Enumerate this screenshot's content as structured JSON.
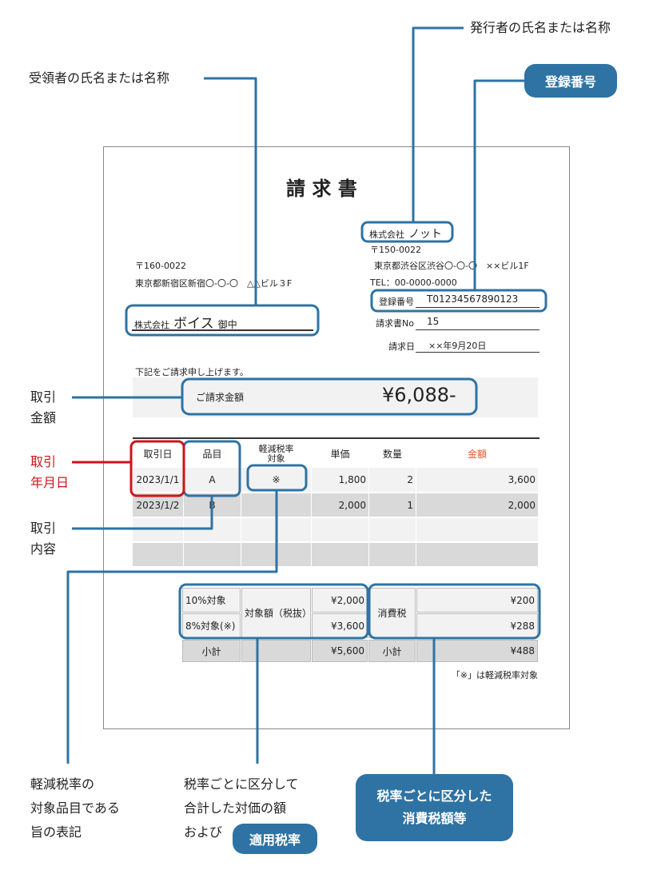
{
  "colors": {
    "accent_blue": "#2e73a3",
    "red": "#d0121b",
    "amount_orange": "#e8552a"
  },
  "callouts": {
    "issuer": "発行者の氏名または名称",
    "registration": "登録番号",
    "recipient": "受領者の氏名または名称",
    "amount": [
      "取引",
      "金額"
    ],
    "date": [
      "取引",
      "年月日"
    ],
    "content": [
      "取引",
      "内容"
    ],
    "reduced": [
      "軽減税率の",
      "対象品目である",
      "旨の表記"
    ],
    "total_by_rate": [
      "税率ごとに区分して",
      "合計した対価の額",
      "および"
    ],
    "applied_rate": "適用税率",
    "tax_by_rate": [
      "税率ごとに区分した",
      "消費税額等"
    ]
  },
  "invoice": {
    "title": "請 求 書",
    "issuer_prefix": "株式会社",
    "issuer_name": "ノット",
    "issuer_zip": "〒150-0022",
    "issuer_address": "東京都渋谷区渋谷〇-〇-〇　××ビル1F",
    "issuer_tel": "TEL：00-0000-0000",
    "reg_label": "登録番号",
    "reg_value": "T01234567890123",
    "no_label": "請求書No",
    "no_value": "15",
    "date_label": "請求日",
    "date_value": "××年9月20日",
    "recipient_zip": "〒160-0022",
    "recipient_address": "東京都新宿区新宿〇-〇-〇　△△ビル３F",
    "recipient_prefix": "株式会社",
    "recipient_name": "ボイス",
    "recipient_suffix": "御中",
    "intro": "下記をご請求申し上げます。",
    "total_label": "ご請求金額",
    "total_value": "¥6,088-",
    "headers": [
      "取引日",
      "品目",
      "軽減税率\n対象",
      "単価",
      "数量",
      "金額"
    ],
    "rows": [
      [
        "2023/1/1",
        "A",
        "※",
        "1,800",
        "2",
        "3,600"
      ],
      [
        "2023/1/2",
        "B",
        "",
        "2,000",
        "1",
        "2,000"
      ]
    ],
    "summary": {
      "r10": "10%対象",
      "r8": "8%対象(※)",
      "base_label": "対象額（税抜）",
      "base10": "¥2,000",
      "base8": "¥3,600",
      "tax_label": "消費税",
      "tax10": "¥200",
      "tax8": "¥288",
      "subtotal_label": "小計",
      "base_sub": "¥5,600",
      "tax_sub": "¥488"
    },
    "footnote": "「※」は軽減税率対象"
  }
}
